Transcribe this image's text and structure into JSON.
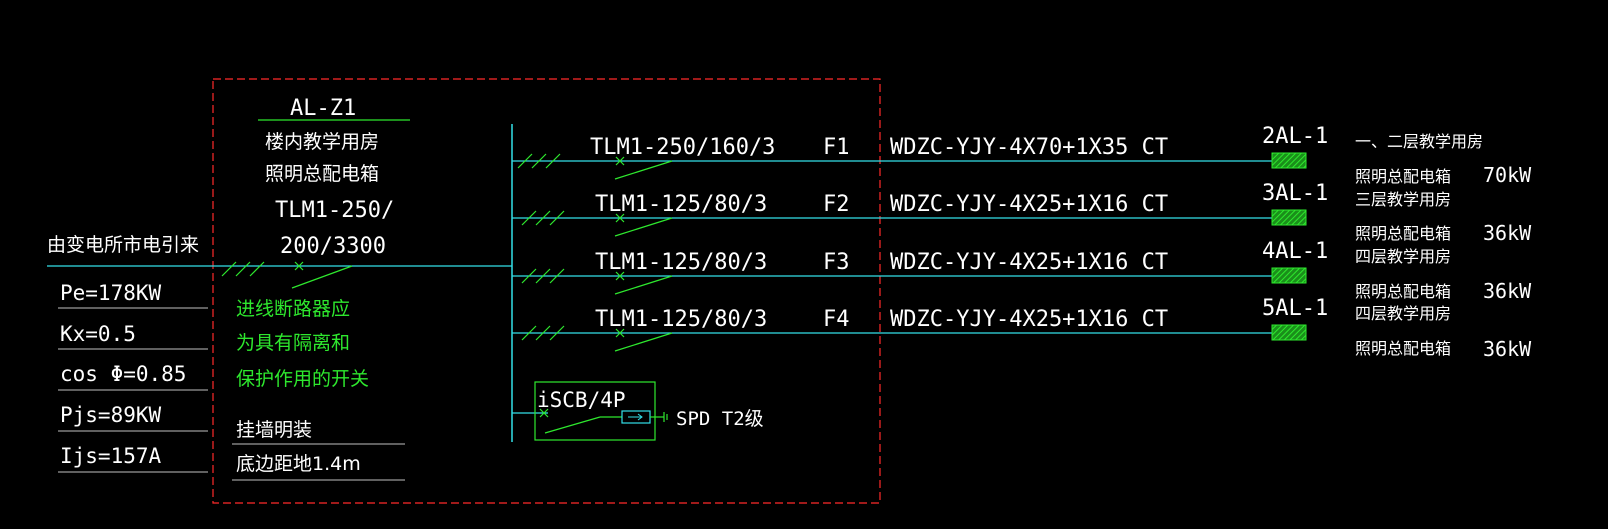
{
  "colors": {
    "background": "#000000",
    "white": "#ffffff",
    "cyan": "#33dfe8",
    "green": "#2ee82e",
    "red": "#ff2a2a",
    "hatch": "#2ee82e"
  },
  "panel": {
    "name": "AL-Z1",
    "desc_line1": "楼内教学用房",
    "desc_line2": "照明总配电箱",
    "breaker_line1": "TLM1-250/",
    "breaker_line2": "200/3300",
    "note_line1": "进线断路器应",
    "note_line2": "为具有隔离和",
    "note_line3": "保护作用的开关",
    "install_line1": "挂墙明装",
    "install_line2": "底边距地1.4m"
  },
  "incoming": {
    "source": "由变电所市电引来",
    "params": [
      "Pe=178KW",
      "Kx=0.5",
      "cos Φ=0.85",
      "Pjs=89KW",
      "Ijs=157A"
    ]
  },
  "feeders": [
    {
      "breaker": "TLM1-250/160/3",
      "id": "F1",
      "cable": "WDZC-YJY-4X70+1X35 CT",
      "target": "2AL-1",
      "desc_a": "一、二层教学用房",
      "desc_b": "照明总配电箱",
      "power": "70kW"
    },
    {
      "breaker": "TLM1-125/80/3",
      "id": "F2",
      "cable": "WDZC-YJY-4X25+1X16 CT",
      "target": "3AL-1",
      "desc_a": "三层教学用房",
      "desc_b": "照明总配电箱",
      "power": "36kW"
    },
    {
      "breaker": "TLM1-125/80/3",
      "id": "F3",
      "cable": "WDZC-YJY-4X25+1X16 CT",
      "target": "4AL-1",
      "desc_a": "四层教学用房",
      "desc_b": "照明总配电箱",
      "power": "36kW"
    },
    {
      "breaker": "TLM1-125/80/3",
      "id": "F4",
      "cable": "WDZC-YJY-4X25+1X16 CT",
      "target": "5AL-1",
      "desc_a": "四层教学用房",
      "desc_b": "照明总配电箱",
      "power": "36kW"
    }
  ],
  "spd": {
    "breaker": "iSCB/4P",
    "label": "SPD T2级"
  }
}
